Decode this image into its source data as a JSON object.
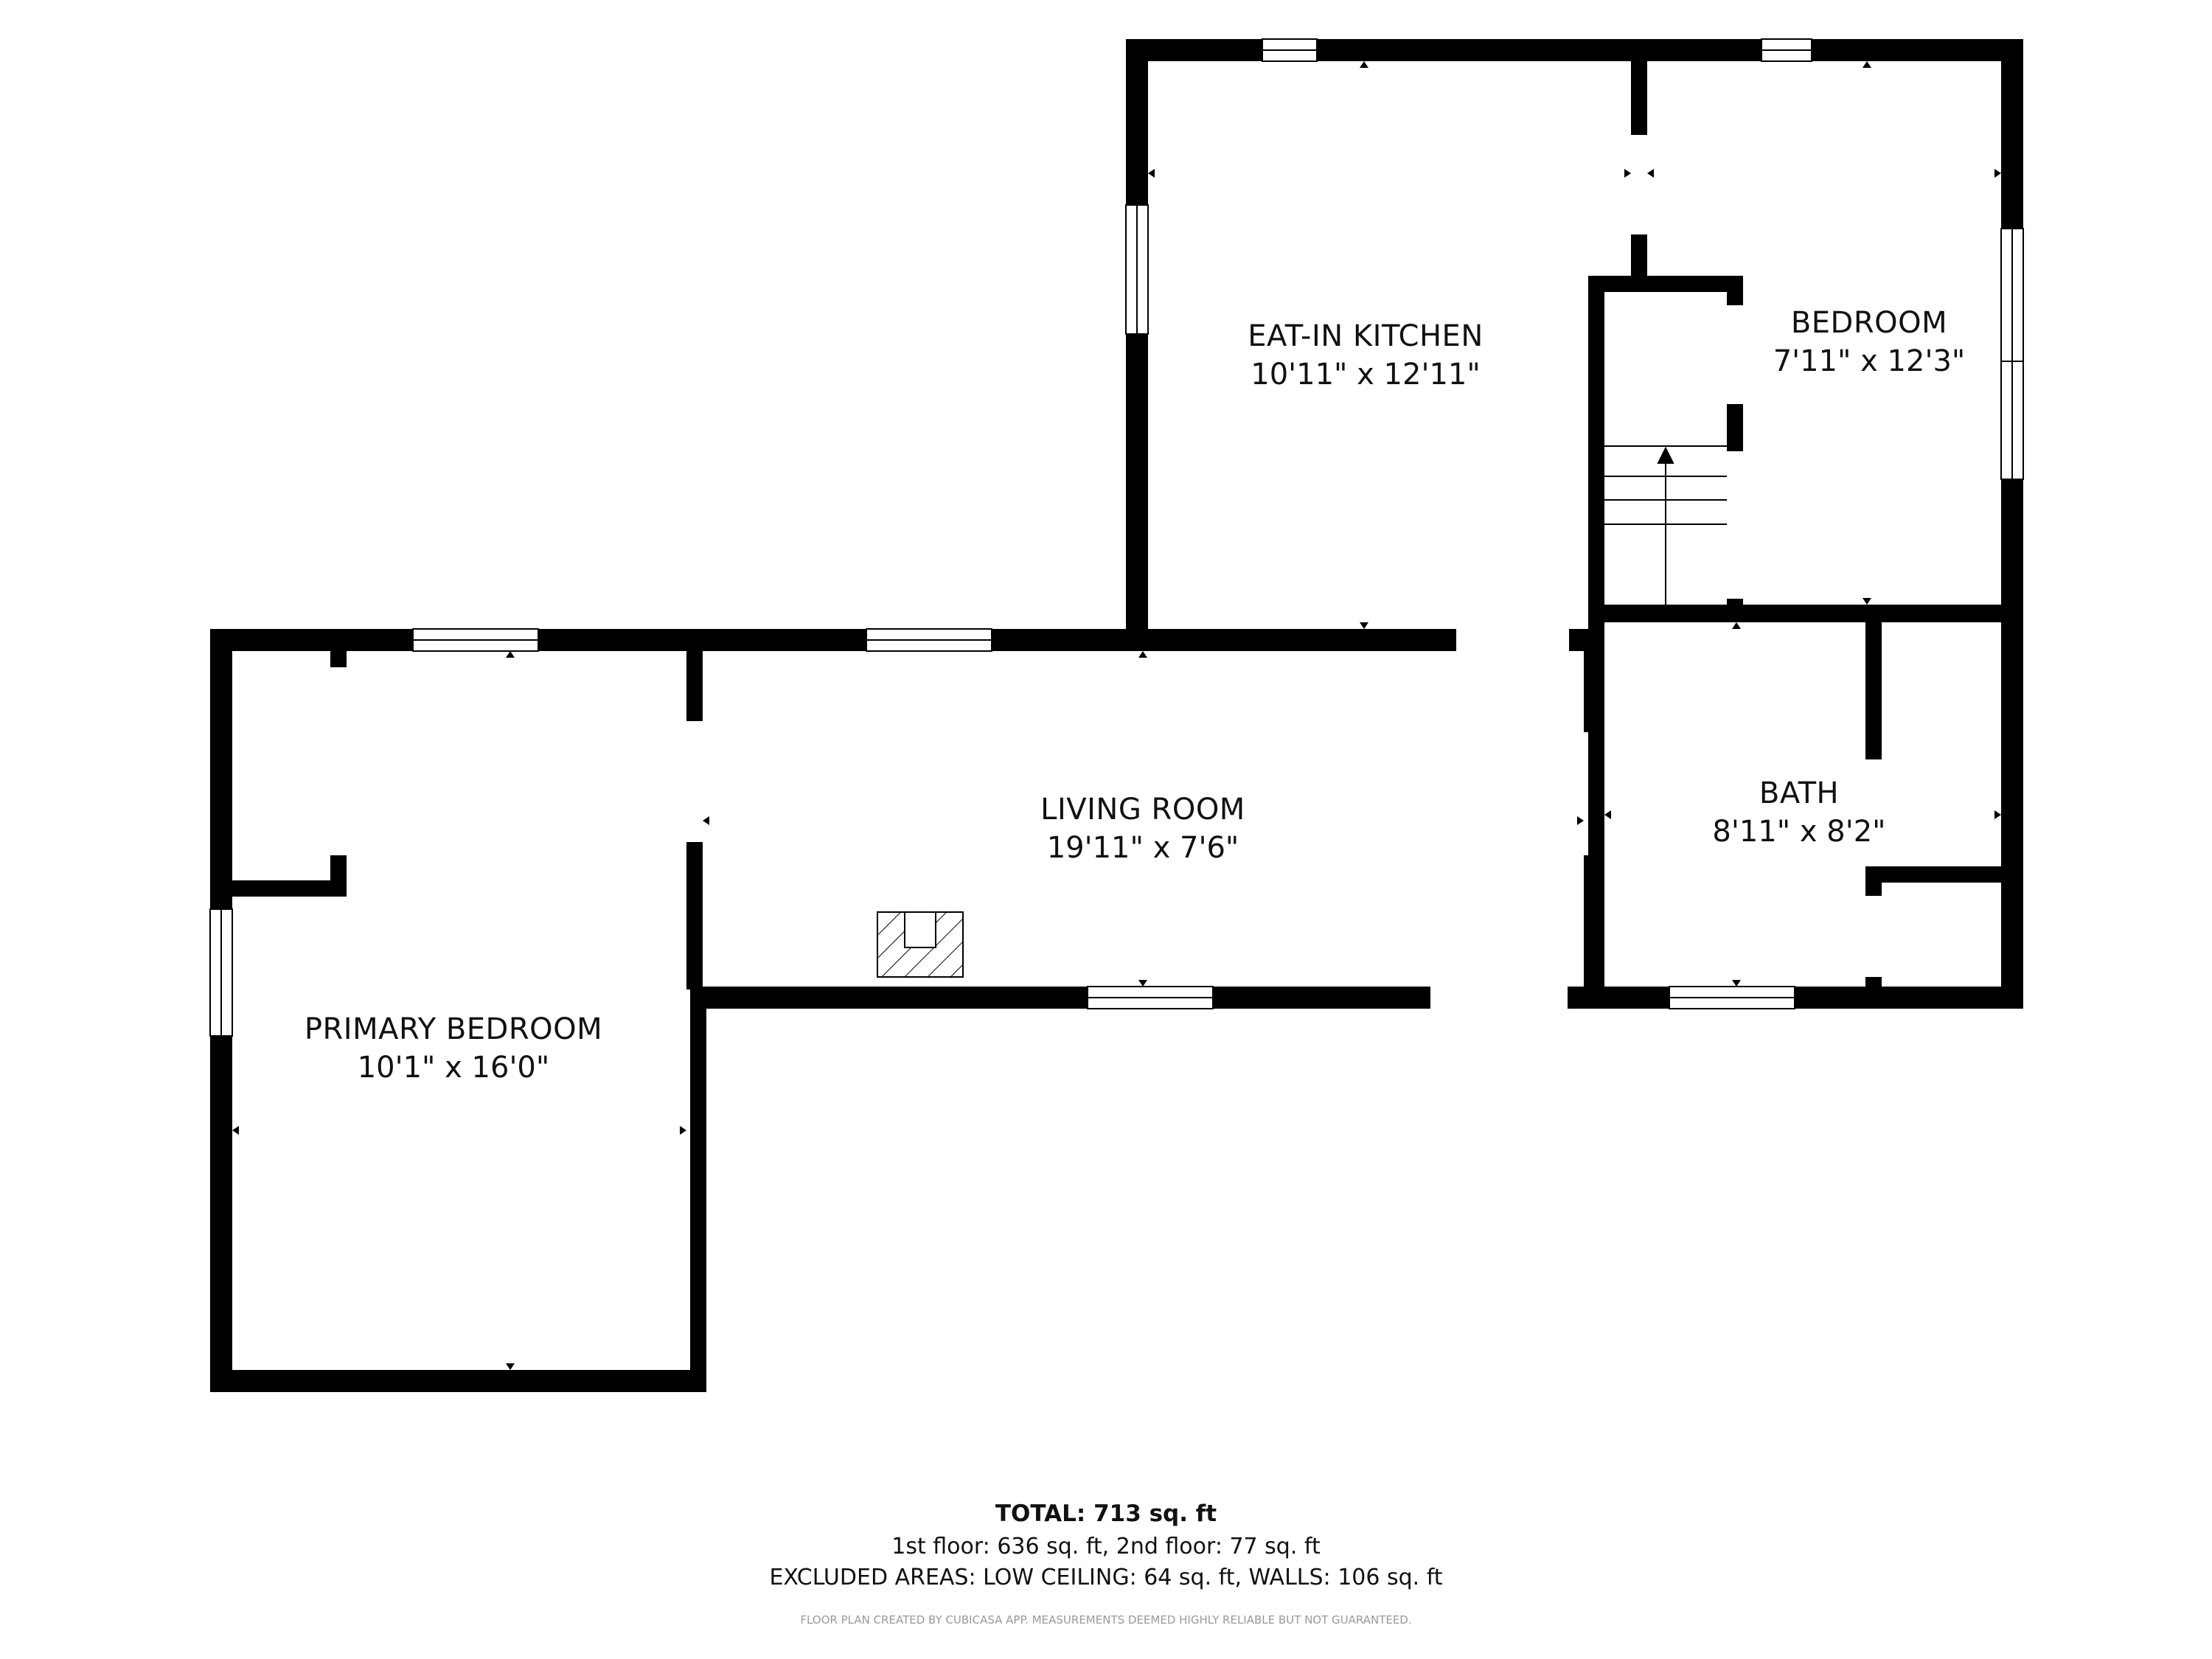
{
  "floor_plan": {
    "rooms": [
      {
        "name": "EAT-IN KITCHEN",
        "dimensions": "10'11\" x 12'11\""
      },
      {
        "name": "BEDROOM",
        "dimensions": "7'11\" x 12'3\""
      },
      {
        "name": "LIVING ROOM",
        "dimensions": "19'11\" x 7'6\""
      },
      {
        "name": "BATH",
        "dimensions": "8'11\" x 8'2\""
      },
      {
        "name": "PRIMARY BEDROOM",
        "dimensions": "10'1\" x 16'0\""
      }
    ],
    "features": [
      "stairs-up",
      "fireplace",
      "windows",
      "doors"
    ]
  },
  "summary": {
    "total": "TOTAL: 713 sq. ft",
    "floors": "1st floor: 636 sq. ft, 2nd floor: 77 sq. ft",
    "excluded": "EXCLUDED AREAS: LOW CEILING: 64 sq. ft, WALLS: 106 sq. ft",
    "disclaimer": "FLOOR PLAN CREATED BY CUBICASA APP. MEASUREMENTS DEEMED HIGHLY RELIABLE BUT NOT GUARANTEED."
  },
  "colors": {
    "wall": "#000000",
    "background": "#ffffff",
    "text": "#111111",
    "disclaimer": "#9a9a9a"
  }
}
